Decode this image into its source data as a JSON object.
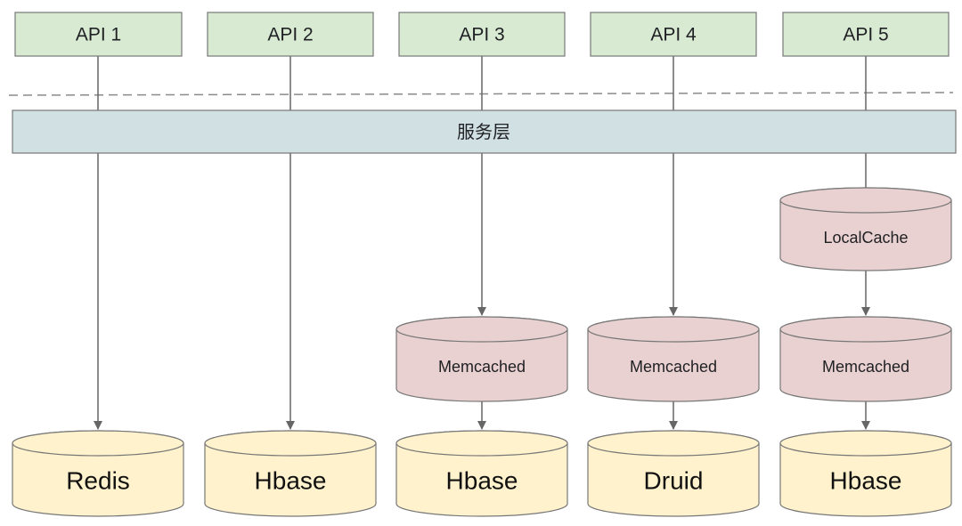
{
  "apis": [
    {
      "label": "API 1"
    },
    {
      "label": "API 2"
    },
    {
      "label": "API 3"
    },
    {
      "label": "API 4"
    },
    {
      "label": "API 5"
    }
  ],
  "service_layer": {
    "label": "服务层"
  },
  "local_cache": {
    "label": "LocalCache"
  },
  "memcached": [
    {
      "label": "Memcached"
    },
    {
      "label": "Memcached"
    },
    {
      "label": "Memcached"
    }
  ],
  "stores": [
    {
      "label": "Redis"
    },
    {
      "label": "Hbase"
    },
    {
      "label": "Hbase"
    },
    {
      "label": "Druid"
    },
    {
      "label": "Hbase"
    }
  ],
  "colors": {
    "api_fill": "#d9ead3",
    "service_fill": "#d0e0e3",
    "cache_fill": "#ead1d1",
    "store_fill": "#fff2cc",
    "stroke": "#666666"
  }
}
